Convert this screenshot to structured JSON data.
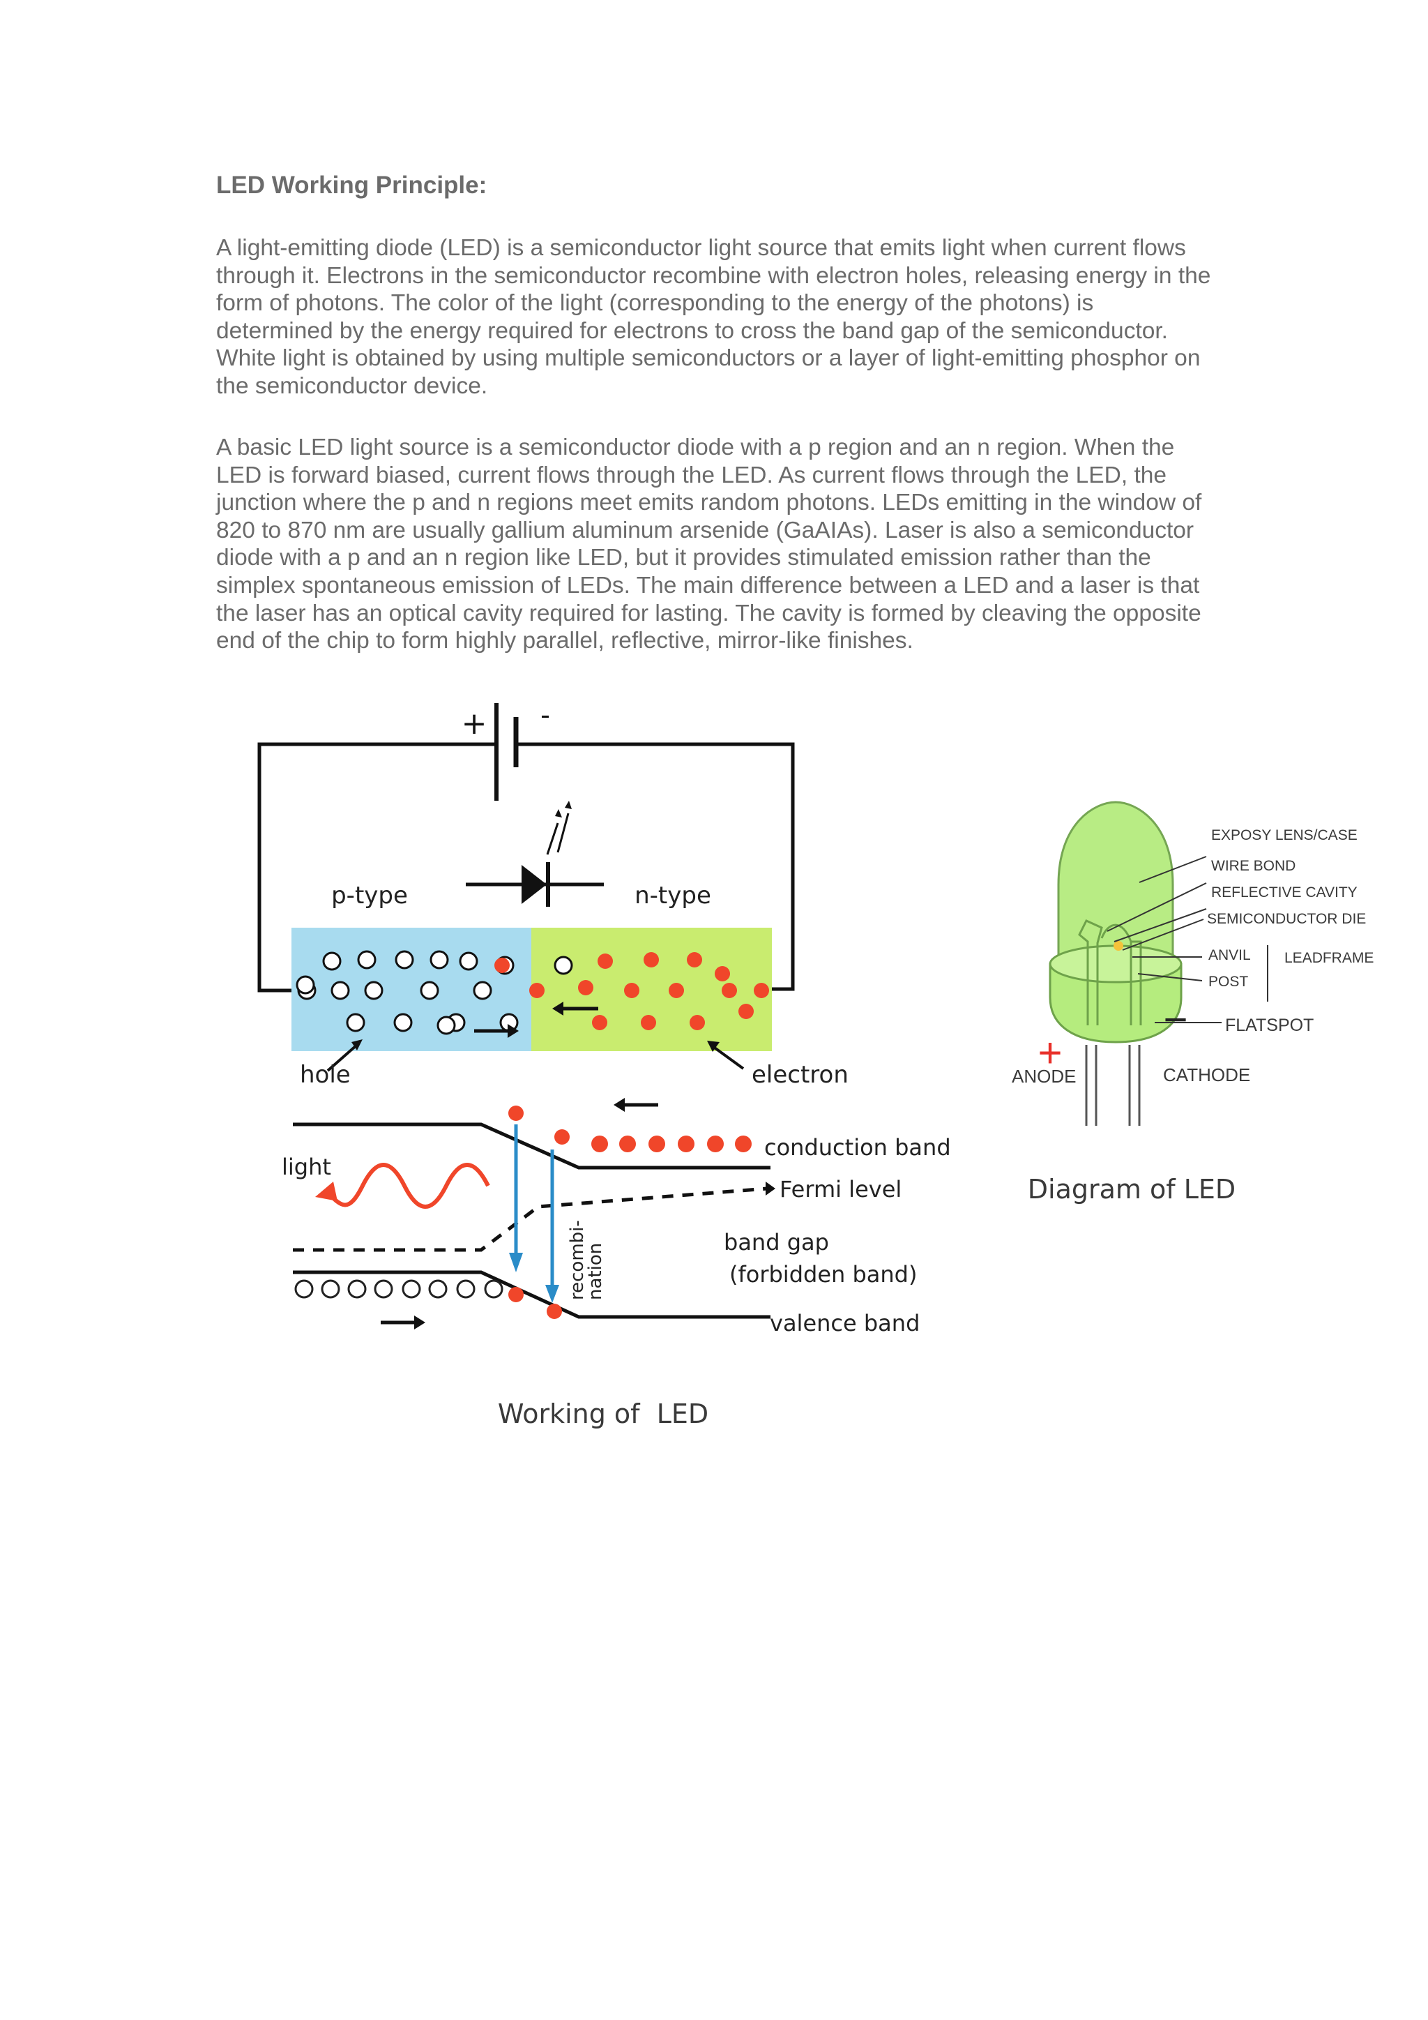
{
  "document": {
    "heading": "LED Working Principle:",
    "paragraphs": [
      "A light-emitting diode (LED) is a semiconductor light source that emits light when current flows through it. Electrons in the semiconductor recombine with electron holes, releasing energy in the form of photons. The color of the light (corresponding to the energy of the photons) is determined by the energy required for electrons to cross the band gap of the semiconductor. White light is obtained by using multiple semiconductors or a layer of light-emitting phosphor on the semiconductor device.",
      "A basic LED light source is a semiconductor diode with a p region and an n region. When the LED is forward biased, current flows through the LED. As current flows through the LED, the junction where the p and n regions meet emits random photons. LEDs emitting in the window of 820 to 870 nm are usually gallium aluminum arsenide (GaAIAs). Laser is also a semiconductor diode with a p and an n region like LED, but it provides stimulated emission rather than the simplex spontaneous emission of LEDs. The main difference between a LED and a laser is that the laser has an optical cavity required for lasting. The cavity is formed by cleaving the opposite end of the chip to form highly parallel, reflective, mirror-like finishes."
    ]
  },
  "working_diagram": {
    "battery_plus": "+",
    "battery_minus": "-",
    "p_type": "p-type",
    "n_type": "n-type",
    "hole": "hole",
    "electron": "electron",
    "light": "light",
    "recombination": "recombi-\nnation",
    "recomb_line1": "recombi-",
    "recomb_line2": "nation",
    "conduction_band": "conduction band",
    "fermi_level": "Fermi level",
    "band_gap": "band gap",
    "forbidden_band": "(forbidden band)",
    "valence_band": "valence band",
    "caption": "Working of  LED"
  },
  "led_diagram": {
    "labels": {
      "epoxy": "EXPOSY LENS/CASE",
      "wire_bond": "WIRE BOND",
      "reflective_cavity": "REFLECTIVE CAVITY",
      "semiconductor_die": "SEMICONDUCTOR DIE",
      "anvil": "ANVIL",
      "post": "POST",
      "leadframe": "LEADFRAME",
      "flatspot": "FLATSPOT",
      "anode": "ANODE",
      "cathode": "CATHODE",
      "plus": "+",
      "minus": "−"
    },
    "caption": "Diagram of LED"
  },
  "colors": {
    "text": "#6b6b6b",
    "p_region": "#a8dbef",
    "n_region": "#c9ec6f",
    "electron": "#f0462a",
    "arrow_blue": "#2a8cc8",
    "led_green": "#b5ec7e",
    "anode_red": "#e8302a"
  }
}
